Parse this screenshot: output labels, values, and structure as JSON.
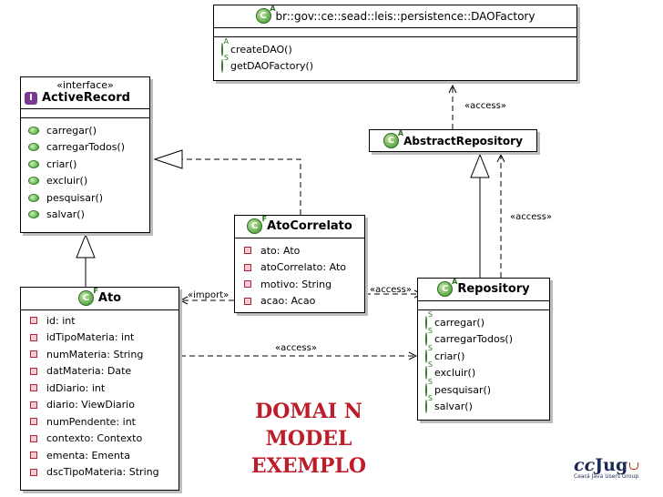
{
  "classes": {
    "dao_factory": {
      "name": "br::gov::ce::sead::leis::persistence::DAOFactory",
      "icon_mark": "A",
      "methods": [
        {
          "name": "createDAO()",
          "marker": "A"
        },
        {
          "name": "getDAOFactory()",
          "marker": "S"
        }
      ]
    },
    "active_record": {
      "stereotype": "«interface»",
      "name": "ActiveRecord",
      "icon_mark": "I",
      "methods": [
        "carregar()",
        "carregarTodos()",
        "criar()",
        "excluir()",
        "pesquisar()",
        "salvar()"
      ]
    },
    "abstract_repository": {
      "name": "AbstractRepository",
      "icon_mark": "A"
    },
    "ato_correlato": {
      "name": "AtoCorrelato",
      "icon_mark": "F",
      "attributes": [
        "ato: Ato",
        "atoCorrelato: Ato",
        "motivo: String",
        "acao: Acao"
      ]
    },
    "ato": {
      "name": "Ato",
      "icon_mark": "F",
      "attributes": [
        "id: int",
        "idTipoMateria: int",
        "numMateria: String",
        "datMateria: Date",
        "idDiario: int",
        "diario: ViewDiario",
        "numPendente: int",
        "contexto: Contexto",
        "ementa: Ementa",
        "dscTipoMateria: String"
      ]
    },
    "repository": {
      "name": "Repository",
      "icon_mark": "A",
      "methods": [
        {
          "name": "carregar()",
          "marker": "S"
        },
        {
          "name": "carregarTodos()",
          "marker": "S"
        },
        {
          "name": "criar()",
          "marker": "S"
        },
        {
          "name": "excluir()",
          "marker": "S"
        },
        {
          "name": "pesquisar()",
          "marker": "S"
        },
        {
          "name": "salvar()",
          "marker": "S"
        }
      ]
    }
  },
  "relations": {
    "access_factory": "«access»",
    "access_repo": "«access»",
    "access_ato_correlato": "«access»",
    "access_ato": "«access»",
    "import": "«import»"
  },
  "watermark": {
    "line1": "DOMAI N",
    "line2": "MODEL",
    "line3": "EXEMPLO"
  },
  "logo": {
    "mark_cc": "cc",
    "mark_jug": "Jug",
    "tagline": "Ceará Java Users Group"
  },
  "colors": {
    "green": "#3e9a2c",
    "red_marker": "#b0223c",
    "watermark": "#bd1c2a",
    "interface": "#7a3b8f"
  },
  "icons": [
    "class-icon",
    "interface-icon",
    "public-method-icon",
    "private-attribute-icon"
  ]
}
